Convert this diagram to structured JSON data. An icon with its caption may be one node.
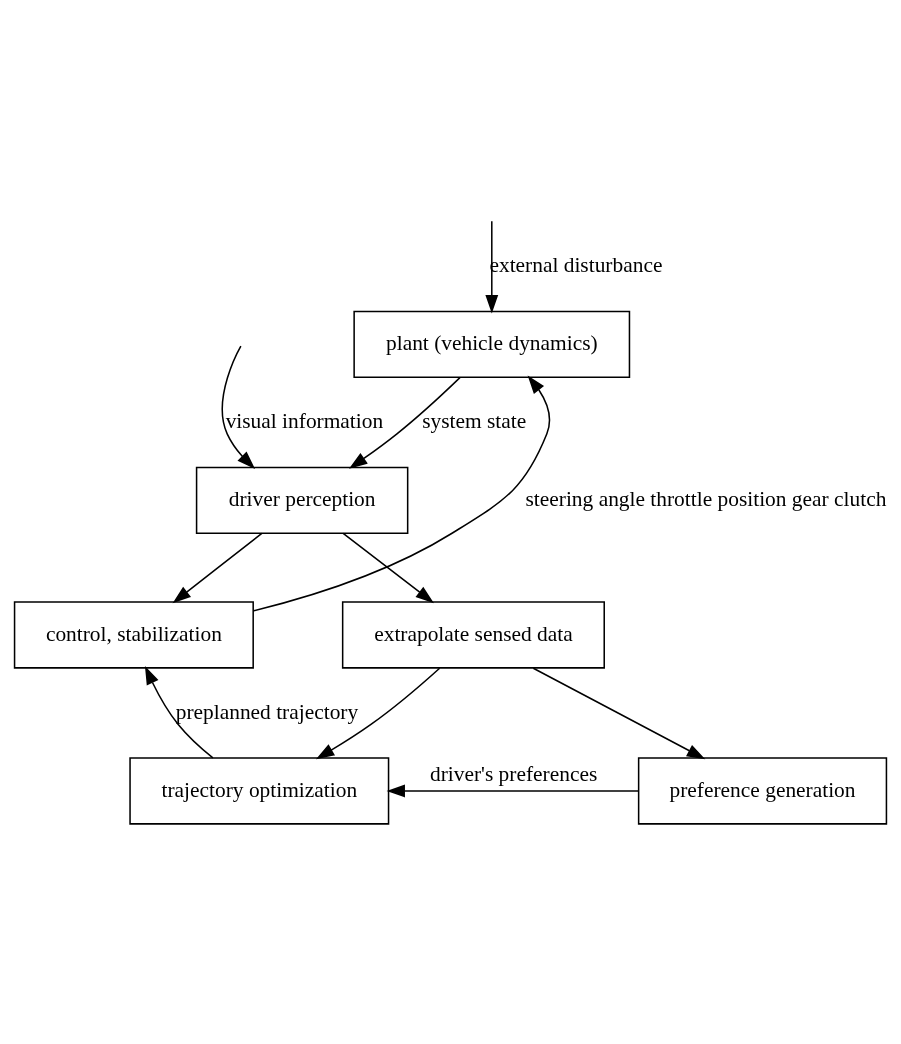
{
  "diagram": {
    "nodes": [
      {
        "text": [
          "plant (vehicle dynamics)"
        ]
      },
      {
        "text": [
          "driver perception"
        ]
      },
      {
        "text": [
          "control, stabilization"
        ]
      },
      {
        "text": [
          "extrapolate sensed data"
        ]
      },
      {
        "text": [
          "trajectory optimization"
        ]
      },
      {
        "text": [
          "preference generation"
        ]
      }
    ],
    "edges": [
      {
        "from": null,
        "to": 0,
        "arrow": "to",
        "label": "external disturbance"
      },
      {
        "from": null,
        "to": 1,
        "arrow": "to",
        "label": "visual information"
      },
      {
        "from": 0,
        "to": 1,
        "arrow": "to",
        "label": "system state"
      },
      {
        "from": 2,
        "to": 0,
        "arrow": "to",
        "label": "steering angle throttle position gear clutch"
      },
      {
        "from": 1,
        "to": 2,
        "arrow": "to"
      },
      {
        "from": 1,
        "to": 3,
        "arrow": "to"
      },
      {
        "from": 3,
        "to": 4,
        "arrow": "to"
      },
      {
        "from": 3,
        "to": 5,
        "arrow": "to"
      },
      {
        "from": 4,
        "to": 2,
        "arrow": "to",
        "label": "preplanned trajectory"
      },
      {
        "from": 5,
        "to": 4,
        "arrow": "to",
        "label": "driver's preferences"
      }
    ]
  }
}
